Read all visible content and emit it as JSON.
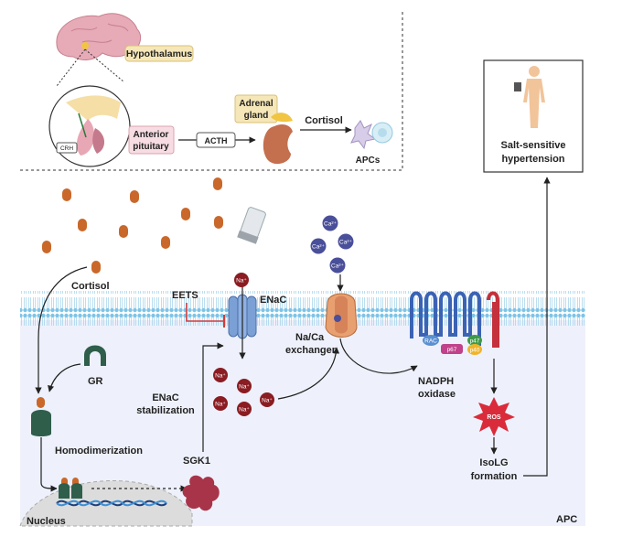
{
  "labels": {
    "hypothalamus": "Hypothalamus",
    "anterior_pituitary_line1": "Anterior",
    "anterior_pituitary_line2": "pituitary",
    "crh": "CRH",
    "acth": "ACTH",
    "adrenal_line1": "Adrenal",
    "adrenal_line2": "gland",
    "cortisol_top": "Cortisol",
    "apcs": "APCs",
    "salt_line1": "Salt-sensitive",
    "salt_line2": "hypertension",
    "cortisol_left": "Cortisol",
    "eets": "EETS",
    "enac": "ENaC",
    "gr": "GR",
    "enac_stab_line1": "ENaC",
    "enac_stab_line2": "stabilization",
    "na_ca_line1": "Na/Ca",
    "na_ca_line2": "exchanger",
    "nadph_line1": "NADPH",
    "nadph_line2": "oxidase",
    "ros": "ROS",
    "homodimerization": "Homodimerization",
    "sgk1": "SGK1",
    "isolg_line1": "IsoLG",
    "isolg_line2": "formation",
    "nucleus": "Nucleus",
    "apc": "APC",
    "na_ion": "Na⁺",
    "ca_ion": "Ca²⁺",
    "rac": "RAC",
    "p67": "p67",
    "p47": "p47",
    "p40": "p40"
  },
  "colors": {
    "cortisol_pill": "#c9682a",
    "membrane": "#7ec4e6",
    "cytoplasm": "#eef1fb",
    "nucleus": "#dcdcdc",
    "receptor_green": "#2f5e4b",
    "na_ion": "#8a1c22",
    "ca_ion": "#4a4f9a",
    "nadph_blue": "#3b63b4",
    "nadph_red": "#c4303b",
    "sgk1": "#a8344a",
    "ros": "#d92b3a",
    "inhibit": "#d23c3c"
  }
}
